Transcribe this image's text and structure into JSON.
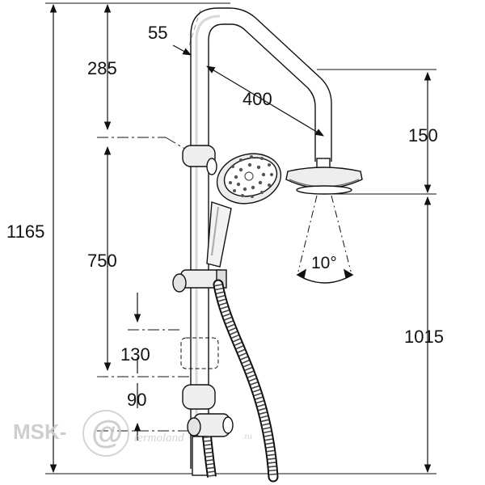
{
  "dimensions": {
    "d55": "55",
    "d285": "285",
    "d400": "400",
    "d150": "150",
    "d1165": "1165",
    "d750": "750",
    "d10": "10°",
    "d1015": "1015",
    "d130": "130",
    "d90": "90"
  },
  "watermark": {
    "brand": "MSK-",
    "at": "@",
    "site": "termoland",
    "tld": ".ru"
  },
  "colors": {
    "line": "#111111",
    "watermark": "#c9c9c9"
  }
}
